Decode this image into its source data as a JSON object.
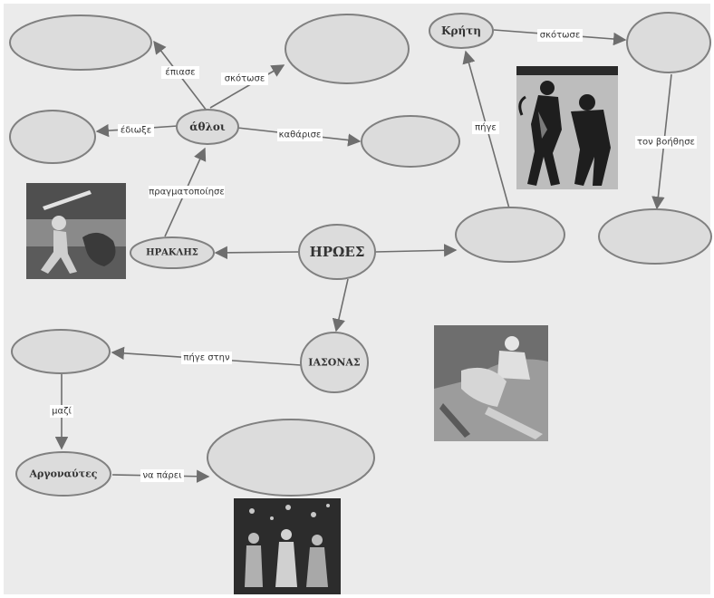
{
  "colors": {
    "background": "#ebebeb",
    "node_fill": "#dcdcdc",
    "node_stroke": "#808080",
    "edge": "#6e6e6e"
  },
  "nodes": [
    {
      "id": "n_top_left",
      "label": ""
    },
    {
      "id": "n_top_mid",
      "label": ""
    },
    {
      "id": "kriti",
      "label": "Κρήτη"
    },
    {
      "id": "n_top_right",
      "label": ""
    },
    {
      "id": "n_left",
      "label": ""
    },
    {
      "id": "athloi",
      "label": "άθλοι"
    },
    {
      "id": "n_right_of_athloi",
      "label": ""
    },
    {
      "id": "iraklis",
      "label": "ΗΡΑΚΛΗΣ"
    },
    {
      "id": "iroes",
      "label": "ΗΡΩΕΣ"
    },
    {
      "id": "n_pige",
      "label": ""
    },
    {
      "id": "n_bottom_right",
      "label": ""
    },
    {
      "id": "n_iasonas_target",
      "label": ""
    },
    {
      "id": "iasonas",
      "label": "ΙΑΣΟΝΑΣ"
    },
    {
      "id": "argonaftes",
      "label": "Αργοναύτες"
    },
    {
      "id": "n_na_parei",
      "label": ""
    }
  ],
  "edges": [
    {
      "id": "e1",
      "label": "έπιασε"
    },
    {
      "id": "e2",
      "label": "σκότωσε"
    },
    {
      "id": "e3",
      "label": "έδιωξε"
    },
    {
      "id": "e4",
      "label": "καθάρισε"
    },
    {
      "id": "e5",
      "label": "πραγματοποίησε"
    },
    {
      "id": "e6",
      "label": ""
    },
    {
      "id": "e7",
      "label": ""
    },
    {
      "id": "e8",
      "label": ""
    },
    {
      "id": "e9",
      "label": "πήγε"
    },
    {
      "id": "e10",
      "label": "σκότωσε"
    },
    {
      "id": "e11",
      "label": "τον βοήθησε"
    },
    {
      "id": "e12",
      "label": "πήγε στην"
    },
    {
      "id": "e13",
      "label": "μαζί"
    },
    {
      "id": "e14",
      "label": "να πάρει"
    }
  ],
  "images": [
    {
      "id": "img_heracles",
      "icon": "vase-painting-heracles"
    },
    {
      "id": "img_theseus",
      "icon": "vase-painting-black-figure"
    },
    {
      "id": "img_jason",
      "icon": "vase-painting-red-figure"
    },
    {
      "id": "img_argonauts",
      "icon": "vase-painting-argonauts"
    }
  ]
}
